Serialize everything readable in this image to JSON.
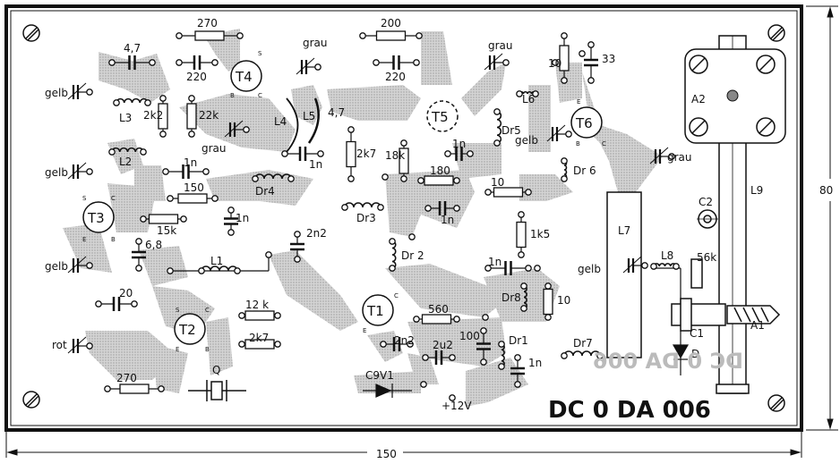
{
  "board": {
    "id_mark": "DC 0 DA 006",
    "mirror_mark": "DC 0 DA 006",
    "width_dim": "150",
    "height_dim": "80"
  },
  "transistors": [
    {
      "name": "T1"
    },
    {
      "name": "T2"
    },
    {
      "name": "T3"
    },
    {
      "name": "T4"
    },
    {
      "name": "T5"
    },
    {
      "name": "T6"
    }
  ],
  "pins": {
    "s": "S",
    "c": "C",
    "b": "B",
    "e": "E"
  },
  "labels": {
    "r270a": "270",
    "c4_7a": "4,7",
    "c220a": "220",
    "gelb1": "gelb",
    "l3": "L3",
    "r2k2": "2k2",
    "r22k": "22k",
    "l4": "L4",
    "grau1": "grau",
    "grau2": "grau",
    "l5": "L5",
    "c4_7b": "4,7",
    "r2k7a": "2k7",
    "r18k": "18k",
    "c1na": "1n",
    "r200": "200",
    "c220b": "220",
    "c1nb": "1n",
    "dr5": "Dr5",
    "grau3": "grau",
    "l6": "L6",
    "r10a": "10",
    "c33": "33",
    "gelb2": "gelb",
    "dr6": "Dr 6",
    "grau4": "grau",
    "a2": "A2",
    "l9": "L9",
    "c2": "C2",
    "gelb3": "gelb",
    "l2": "L2",
    "c1nc": "1n",
    "r150": "150",
    "dr4": "Dr4",
    "r180": "180",
    "r10b": "10",
    "dr3": "Dr3",
    "c1nd": "1n",
    "c1ne": "1n",
    "r15k": "15k",
    "c2n2a": "2n2",
    "c6_8": "6,8",
    "l7": "L7",
    "r1k5": "1k5",
    "dr2": "Dr 2",
    "gelb4": "gelb",
    "l1": "L1",
    "c1nf": "1n",
    "gelb5": "gelb",
    "l8": "L8",
    "r56k": "56k",
    "dr8": "Dr8",
    "r10c": "10",
    "c20": "20",
    "r12k": "12 k",
    "r560": "560",
    "c1": "C1",
    "a1": "A1",
    "rot": "rot",
    "r2k7b": "2k7",
    "c100": "100",
    "c2n2b": "2n2",
    "c2u2": "2u2",
    "dr1": "Dr1",
    "dr7": "Dr7",
    "c1ng": "1n",
    "d": "D",
    "q": "Q",
    "r270b": "270",
    "c9v1": "C9V1",
    "plus12v": "+12V"
  }
}
